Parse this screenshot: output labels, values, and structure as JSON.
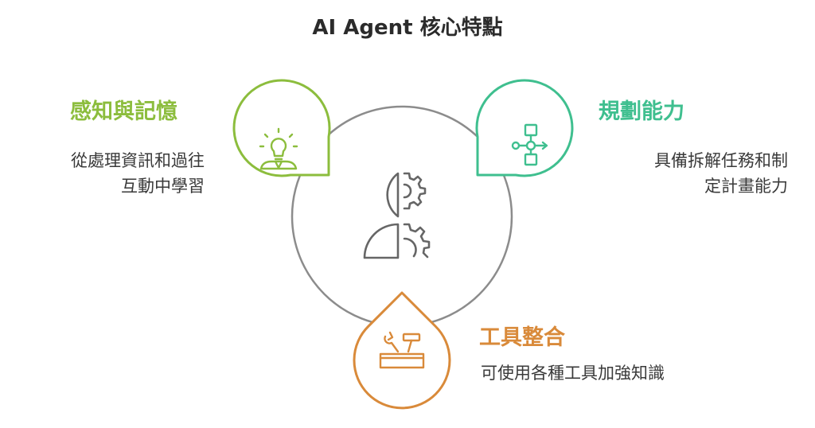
{
  "title": "AI Agent 核心特點",
  "colors": {
    "perception": "#8cbd3d",
    "planning": "#3fbf8f",
    "tools": "#d98a3a",
    "circle": "#8c8c8c",
    "center_icon": "#666666"
  },
  "nodes": [
    {
      "heading": "感知與記憶",
      "lines": [
        "從處理資訊和過往",
        "互動中學習"
      ],
      "icon": "lightbulb-person-icon"
    },
    {
      "heading": "規劃能力",
      "lines": [
        "具備拆解任務和制",
        "定計畫能力"
      ],
      "icon": "flowchart-icon"
    },
    {
      "heading": "工具整合",
      "lines": [
        "可使用各種工具加強知識"
      ],
      "icon": "toolbox-icon"
    }
  ],
  "center_icon": "head-gears-icon"
}
